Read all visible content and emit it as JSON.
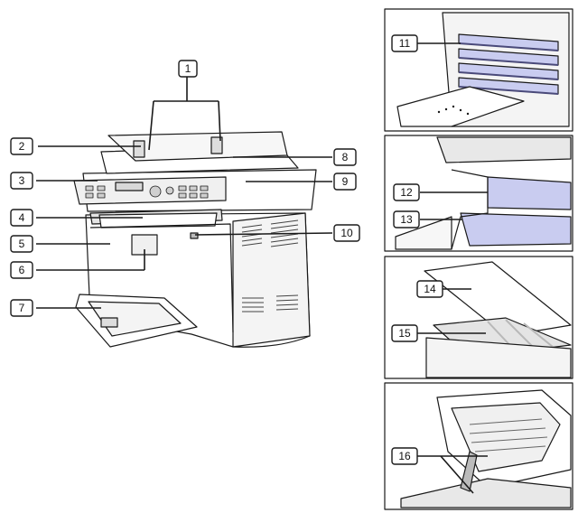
{
  "callouts": [
    "1",
    "2",
    "3",
    "4",
    "5",
    "6",
    "7",
    "8",
    "9",
    "10",
    "11",
    "12",
    "13",
    "14",
    "15",
    "16"
  ],
  "colors": {
    "line": "#1a1a1a",
    "fill": "#ffffff",
    "shade": "#e4e4e4",
    "dark": "#8a8a8a",
    "toner_tint": "#c9ccf0",
    "cartridge_dark": "#4a4a7a"
  }
}
